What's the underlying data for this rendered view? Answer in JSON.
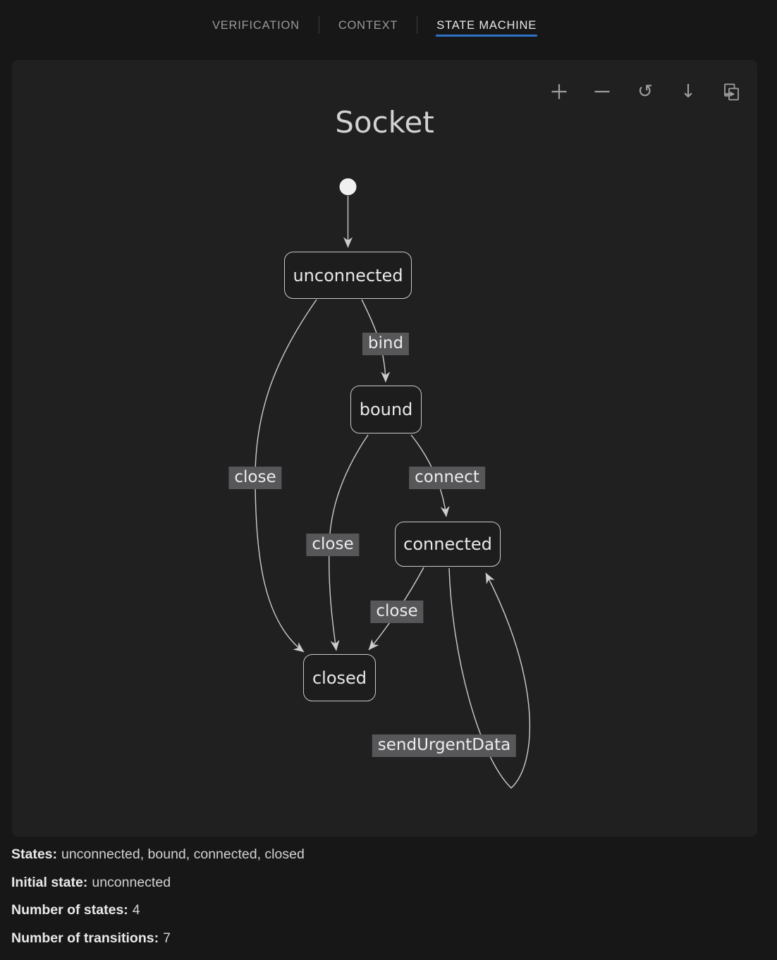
{
  "tabs": [
    {
      "label": "VERIFICATION",
      "active": false
    },
    {
      "label": "CONTEXT",
      "active": false
    },
    {
      "label": "STATE MACHINE",
      "active": true
    }
  ],
  "toolbar": {
    "buttons": [
      {
        "icon": "zoom-in-icon"
      },
      {
        "icon": "zoom-out-icon"
      },
      {
        "icon": "reset-view-icon",
        "glyph": "↺"
      },
      {
        "icon": "download-icon",
        "glyph": "↓"
      },
      {
        "icon": "export-icon"
      }
    ]
  },
  "diagram": {
    "title": "Socket",
    "initial_state": "unconnected",
    "states": [
      {
        "label": "unconnected"
      },
      {
        "label": "bound"
      },
      {
        "label": "connected"
      },
      {
        "label": "closed"
      }
    ],
    "transitions": [
      {
        "from": "unconnected",
        "to": "bound",
        "label": "bind"
      },
      {
        "from": "unconnected",
        "to": "closed",
        "label": "close"
      },
      {
        "from": "bound",
        "to": "connected",
        "label": "connect"
      },
      {
        "from": "bound",
        "to": "closed",
        "label": "close"
      },
      {
        "from": "connected",
        "to": "closed",
        "label": "close"
      },
      {
        "from": "connected",
        "to": "connected",
        "label": "sendUrgentData"
      }
    ]
  },
  "info": {
    "rows": [
      {
        "label": "States:",
        "value": "unconnected, bound, connected, closed"
      },
      {
        "label": "Initial state:",
        "value": "unconnected"
      },
      {
        "label": "Number of states:",
        "value": "4"
      },
      {
        "label": "Number of transitions:",
        "value": "7"
      }
    ]
  },
  "colors": {
    "accent_underline": "#2e73c5",
    "page_bg": "#171718",
    "panel_bg": "#202021",
    "edge": "#cdcdcd",
    "label_bg": "#57575a"
  }
}
